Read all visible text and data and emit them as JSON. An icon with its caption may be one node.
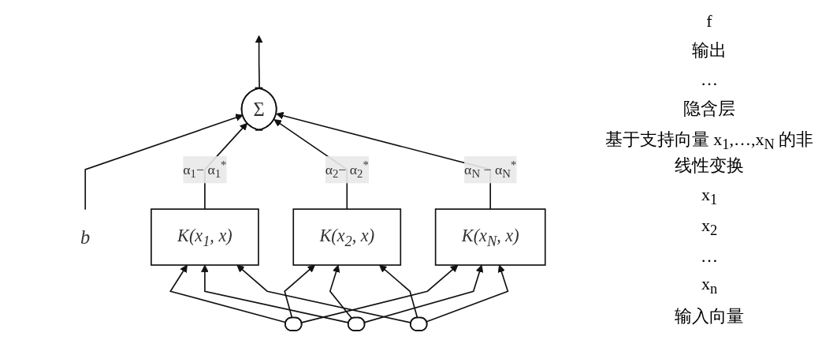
{
  "diagram": {
    "nodes": [
      {
        "text": [
          "Σ"
        ]
      },
      {
        "text": [
          "b"
        ]
      },
      {
        "text": [
          "K(x$_{1}$, x)"
        ]
      },
      {
        "text": [
          "K(x$_{2}$, x)"
        ]
      },
      {
        "text": [
          "K(x$_{N}$, x)"
        ]
      },
      {
        "text": [],
        "shape": "circle"
      },
      {
        "text": [],
        "shape": "circle"
      },
      {
        "text": [],
        "shape": "circle"
      }
    ],
    "edges": [
      {
        "from": 0,
        "to": null,
        "arrow": "to"
      },
      {
        "from": 1,
        "to": 0,
        "arrow": "to"
      },
      {
        "from": 2,
        "to": 0,
        "arrow": "to",
        "label": "α$_{1}$− α$_{1}$$^{*}$"
      },
      {
        "from": 3,
        "to": 0,
        "arrow": "to",
        "label": "α$_{2}$− α$_{2}$$^{*}$"
      },
      {
        "from": 4,
        "to": 0,
        "arrow": "to",
        "label": "α$_{N}$ − α$_{N}$$^{*}$"
      },
      {
        "from": 5,
        "to": 2,
        "arrow": "to"
      },
      {
        "from": 5,
        "to": 3,
        "arrow": "to"
      },
      {
        "from": 5,
        "to": 4,
        "arrow": "to"
      },
      {
        "from": 6,
        "to": 2,
        "arrow": "to"
      },
      {
        "from": 6,
        "to": 3,
        "arrow": "to"
      },
      {
        "from": 6,
        "to": 4,
        "arrow": "to"
      },
      {
        "from": 7,
        "to": 2,
        "arrow": "to"
      },
      {
        "from": 7,
        "to": 3,
        "arrow": "to"
      },
      {
        "from": 7,
        "to": 4,
        "arrow": "to"
      }
    ],
    "labels": [
      "f",
      "输出",
      "…",
      "隐含层",
      "基于支持向量 x$_{1}$,…,x$_{N}$ 的非线性变换",
      "x$_{1}$",
      "x$_{2}$",
      "…",
      "x$_{n}$",
      "输入向量"
    ]
  }
}
